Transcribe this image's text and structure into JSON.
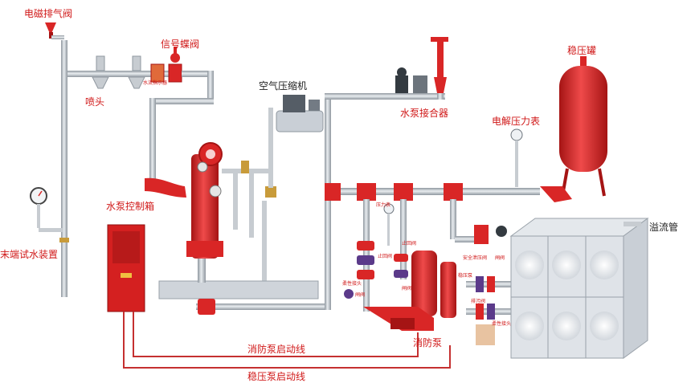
{
  "colors": {
    "pipe": "#b9bfc6",
    "pipe_edge": "#8f979f",
    "equipment": "#d92626",
    "equipment_dark": "#a51414",
    "label": "#d01818",
    "signal_line": "#c53030",
    "tank": "#dfe3e8"
  },
  "labels": {
    "solenoid_vent_valve": "电磁排气阀",
    "signal_butterfly_valve": "信号蝶阀",
    "flow_indicator": "水流指示器",
    "nozzle": "喷头",
    "air_compressor": "空气压缩机",
    "pump_adapter": "水泵接合器",
    "pressure_tank": "稳压罐",
    "electric_pressure_gauge": "电解压力表",
    "pump_control_box": "水泵控制箱",
    "end_test_device": "末端试水装置",
    "overflow_pipe": "溢流管",
    "fire_pump_start_line": "消防泵启动线",
    "stabilizer_pump_start_line": "稳压泵启动线",
    "fire_pump": "消防泵",
    "check_valve_1": "止回阀",
    "check_valve_2": "止回阀",
    "flexible_joint": "柔性接头",
    "gate_valve_1": "闸阀",
    "gate_valve_2": "闸阀",
    "gate_valve_3": "闸阀",
    "pressure_gauge_small": "压力表",
    "safety_relief_valve": "安全泄压阀",
    "stabilizer_pump": "稳压泵",
    "drain_valve": "排污阀",
    "flex_tag": "柔性接头"
  }
}
